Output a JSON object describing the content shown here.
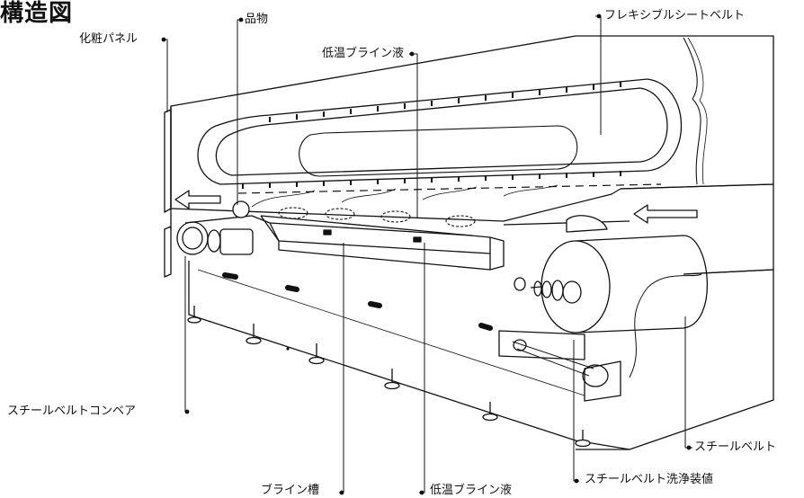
{
  "title": "構造図",
  "labels": {
    "product": "品物",
    "flexible_sheet_belt": "フレキシブルシートベルト",
    "decorative_panel": "化粧パネル",
    "low_temp_brine_top": "低温ブライン液",
    "steel_belt_conveyor": "スチールベルトコンベア",
    "steel_belt": "スチールベルト",
    "brine_tank": "ブライン槽",
    "low_temp_brine_bottom": "低温ブライン液",
    "steel_belt_washer": "スチールベルト洗浄装値"
  }
}
